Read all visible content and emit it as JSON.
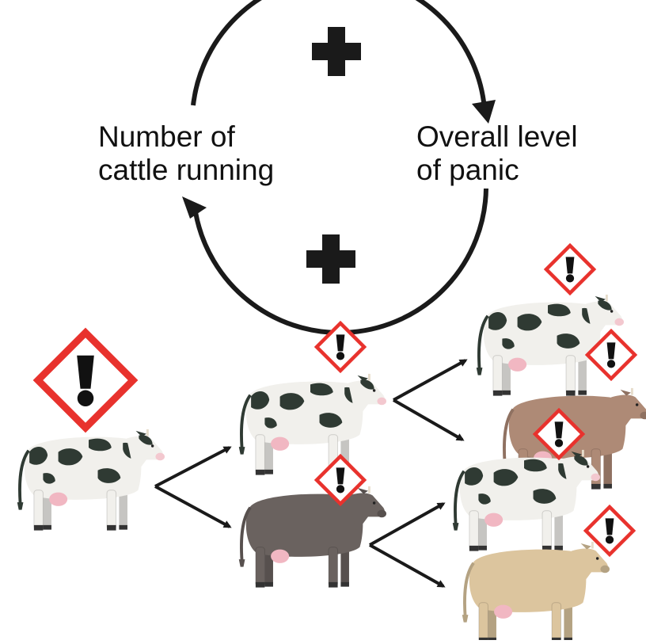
{
  "loop": {
    "left_label": [
      "Number of",
      "cattle running"
    ],
    "right_label": [
      "Overall level",
      "of panic"
    ],
    "top_sign": "+",
    "bottom_sign": "+"
  },
  "icons": {
    "warning": "warning-diamond-icon",
    "arrow": "arrow-icon"
  },
  "colors": {
    "arrow": "#1a1a1a",
    "warning_red": "#e8322d",
    "holstein_body": "#f1f0ec",
    "holstein_spots": "#2f3a33",
    "dark_cow": "#6a625f",
    "brown_cow": "#ae8a76",
    "tan_cow": "#dcc59e",
    "udder": "#f1b7c2"
  }
}
